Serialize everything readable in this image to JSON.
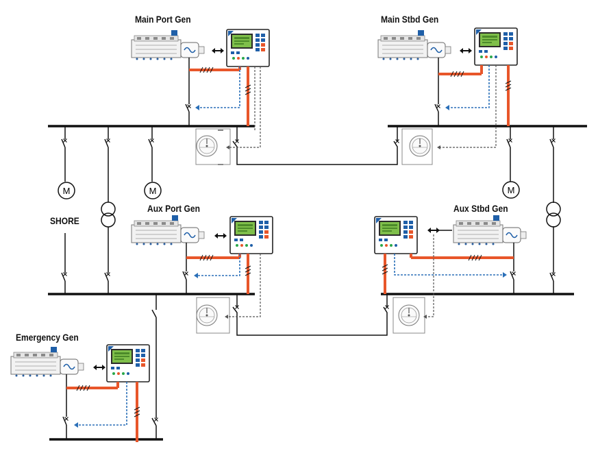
{
  "labels": {
    "main_port_gen": "Main Port Gen",
    "main_stbd_gen": "Main Stbd Gen",
    "aux_port_gen": "Aux Port Gen",
    "aux_stbd_gen": "Aux Stbd Gen",
    "emergency_gen": "Emergency Gen",
    "shore": "SHORE",
    "motor_symbol": "M"
  },
  "colors": {
    "busbar": "#111111",
    "power_line": "#e8562a",
    "signal_line": "#2a6fb8",
    "controller_screen": "#7fbf4a",
    "controller_accent": "#1f5fa8"
  },
  "icons": [
    "engine-icon",
    "alternator-icon",
    "controller-icon",
    "breaker-icon",
    "motor-icon",
    "transformer-icon",
    "sync-relay-icon",
    "link-arrow-icon"
  ]
}
